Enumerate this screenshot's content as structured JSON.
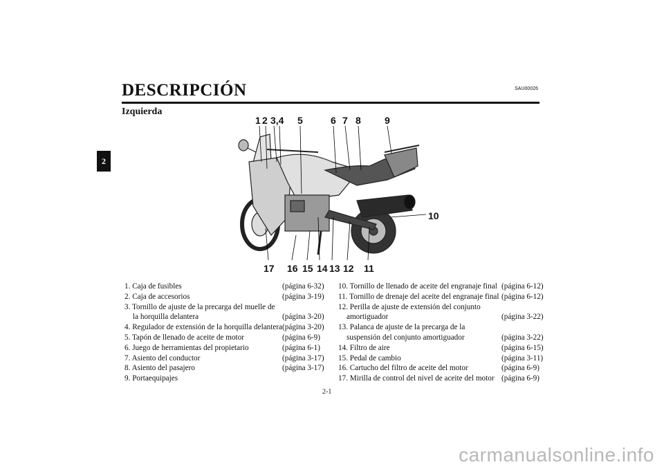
{
  "side_tab": "2",
  "header": {
    "title": "DESCRIPCIÓN",
    "code": "SAU00026"
  },
  "subtitle": "Izquierda",
  "callouts": {
    "n1": "1",
    "n2": "2",
    "n34": "3,4",
    "n5": "5",
    "n6": "6",
    "n7": "7",
    "n8": "8",
    "n9": "9",
    "n10": "10",
    "n11": "11",
    "n12": "12",
    "n13": "13",
    "n14": "14",
    "n15": "15",
    "n16": "16",
    "n17": "17"
  },
  "left_items": [
    {
      "text": "1. Caja de fusibles",
      "page": "(página 6-32)"
    },
    {
      "text": "2. Caja de accesorios",
      "page": "(página 3-19)"
    },
    {
      "text": "3. Tornillo de ajuste de la precarga del muelle de",
      "page": ""
    },
    {
      "text": "la horquilla delantera",
      "page": "(página 3-20)"
    },
    {
      "text": "4. Regulador de extensión de la horquilla delantera",
      "page": "(página 3-20)"
    },
    {
      "text": "5. Tapón de llenado de aceite de motor",
      "page": "(página 6-9)"
    },
    {
      "text": "6. Juego de herramientas del propietario",
      "page": "(página 6-1)"
    },
    {
      "text": "7. Asiento del conductor",
      "page": "(página 3-17)"
    },
    {
      "text": "8. Asiento del pasajero",
      "page": "(página 3-17)"
    },
    {
      "text": "9. Portaequipajes",
      "page": ""
    }
  ],
  "right_items": [
    {
      "text": "10. Tornillo de llenado de aceite del engranaje final",
      "page": "(página 6-12)"
    },
    {
      "text": "11. Tornillo de drenaje del aceite del engranaje final",
      "page": "(página 6-12)"
    },
    {
      "text": "12. Perilla de ajuste de extensión del conjunto",
      "page": ""
    },
    {
      "text": "amortiguador",
      "page": "(página 3-22)"
    },
    {
      "text": "13. Palanca de ajuste de la precarga de la",
      "page": ""
    },
    {
      "text": "suspensión del conjunto amortiguador",
      "page": "(página 3-22)"
    },
    {
      "text": "14. Filtro de aire",
      "page": "(página 6-15)"
    },
    {
      "text": "15. Pedal de cambio",
      "page": "(página 3-11)"
    },
    {
      "text": "16. Cartucho del filtro de aceite del motor",
      "page": "(página 6-9)"
    },
    {
      "text": "17. Mirilla de control del nivel de aceite del motor",
      "page": "(página 6-9)"
    }
  ],
  "page_number": "2-1",
  "watermark": "carmanualsonline.info"
}
